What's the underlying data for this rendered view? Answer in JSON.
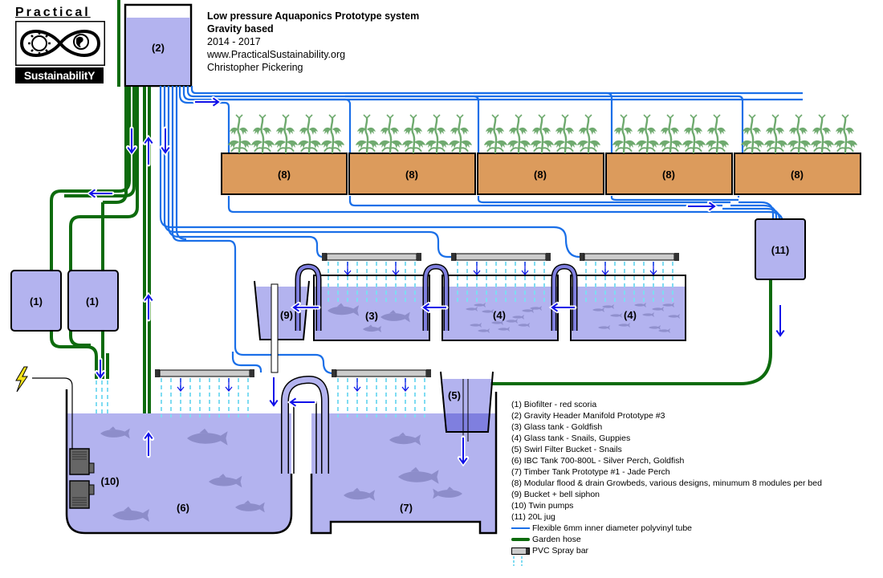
{
  "logo": {
    "top_text": "Practical",
    "bottom_text": "SustainabilitY",
    "icons": [
      "sun-icon",
      "infinity-icon",
      "globe-icon"
    ]
  },
  "title": {
    "line1": "Low pressure Aquaponics Prototype system",
    "line2": "Gravity based",
    "years": "2014 - 2017",
    "website": "www.PracticalSustainability.org",
    "author": "Christopher Pickering"
  },
  "components": {
    "biofilter_a": "(1)",
    "biofilter_b": "(1)",
    "header_manifold": "(2)",
    "glass_tank_goldfish": "(3)",
    "glass_tank_snails_1": "(4)",
    "glass_tank_snails_2": "(4)",
    "swirl_filter": "(5)",
    "ibc_tank": "(6)",
    "timber_tank": "(7)",
    "growbeds": [
      "(8)",
      "(8)",
      "(8)",
      "(8)",
      "(8)"
    ],
    "bucket_siphon": "(9)",
    "twin_pumps": "(10)",
    "jug": "(11)"
  },
  "legend": {
    "items": [
      "(1) Biofilter - red scoria",
      "(2) Gravity Header Manifold Prototype #3",
      "(3) Glass tank - Goldfish",
      "(4) Glass tank - Snails, Guppies",
      "(5) Swirl Filter Bucket - Snails",
      "(6) IBC Tank 700-800L - Silver Perch, Goldfish",
      "(7) Timber Tank Prototype #1 - Jade Perch",
      "(8) Modular flood & drain Growbeds, various designs, minumum 8 modules per bed",
      "(9) Bucket + bell siphon",
      "(10) Twin pumps",
      "(11) 20L jug"
    ],
    "symbols": [
      {
        "icon": "blue-tube-line",
        "label": "Flexible 6mm inner diameter polyvinyl tube"
      },
      {
        "icon": "green-hose-line",
        "label": "Garden hose"
      },
      {
        "icon": "spray-bar-icon",
        "label": "PVC Spray bar"
      }
    ]
  },
  "colors": {
    "water": "#b3b3ef",
    "water_dark": "#7f7fdf",
    "tube": "#1a6fe8",
    "hose": "#0d6b0d",
    "growbed": "#dc9b5c",
    "plant": "#6faa6f",
    "fish": "#8787c4",
    "spray": "#7fdcf2",
    "arrow": "#1010e8",
    "pvc": "#cccccc"
  },
  "power_icon": "lightning-icon"
}
